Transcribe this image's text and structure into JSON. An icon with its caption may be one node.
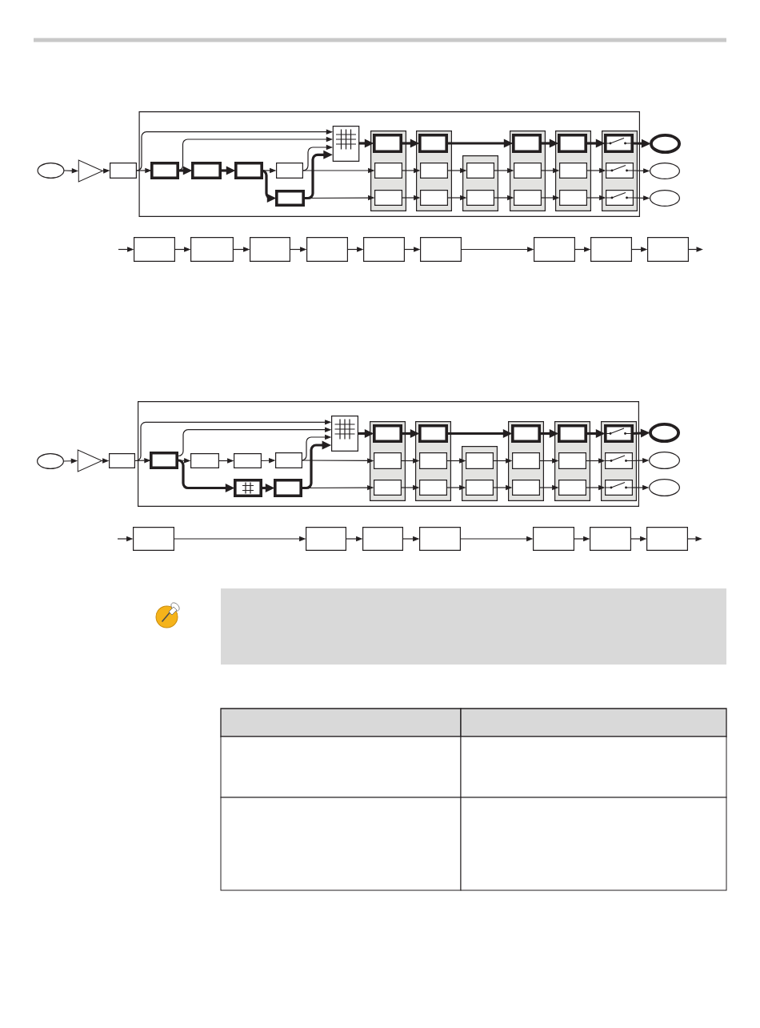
{
  "diagram": {
    "nodes": [
      {
        "text": [],
        "shape": "ellipse"
      },
      {
        "text": [],
        "shape": "triangle"
      },
      {
        "text": [],
        "shape": "box"
      },
      {
        "text": [],
        "shape": "box"
      },
      {
        "text": [],
        "shape": "box",
        "in": 3
      },
      {
        "text": [],
        "shape": "box",
        "in": 3
      },
      {
        "text": [],
        "shape": "box",
        "in": 3
      },
      {
        "text": [],
        "shape": "box",
        "in": 3
      },
      {
        "text": [],
        "shape": "box",
        "in": 3
      },
      {
        "text": [],
        "shape": "box",
        "in": 3
      },
      {
        "text": [],
        "shape": "box",
        "in": 3
      },
      {
        "text": [],
        "shape": "box",
        "in": 10
      },
      {
        "text": [],
        "shape": "box",
        "in": 10
      },
      {
        "text": [],
        "shape": "box",
        "in": 10
      },
      {
        "text": [],
        "shape": "box",
        "in": 3
      },
      {
        "text": [],
        "shape": "box",
        "in": 14
      },
      {
        "text": [],
        "shape": "box",
        "in": 14
      },
      {
        "text": [],
        "shape": "box",
        "in": 14
      },
      {
        "text": [],
        "shape": "box",
        "in": 3
      },
      {
        "text": [],
        "shape": "box",
        "in": 18
      },
      {
        "text": [],
        "shape": "box",
        "in": 18
      },
      {
        "text": [],
        "shape": "box",
        "in": 3
      },
      {
        "text": [],
        "shape": "box",
        "in": 21
      },
      {
        "text": [],
        "shape": "box",
        "in": 21
      },
      {
        "text": [],
        "shape": "box",
        "in": 21
      },
      {
        "text": [],
        "shape": "box",
        "in": 3
      },
      {
        "text": [],
        "shape": "box",
        "in": 25
      },
      {
        "text": [],
        "shape": "box",
        "in": 25
      },
      {
        "text": [],
        "shape": "box",
        "in": 25
      },
      {
        "text": [],
        "shape": "box",
        "in": 3
      },
      {
        "text": [],
        "shape": "box",
        "in": 29
      },
      {
        "text": [],
        "shape": "box",
        "in": 29
      },
      {
        "text": [],
        "shape": "box",
        "in": 29
      },
      {
        "text": [],
        "shape": "ellipse"
      },
      {
        "text": [],
        "shape": "ellipse"
      },
      {
        "text": [],
        "shape": "ellipse"
      },
      {
        "text": [],
        "shape": "box"
      },
      {
        "text": [],
        "shape": "box"
      },
      {
        "text": [],
        "shape": "box"
      },
      {
        "text": [],
        "shape": "box"
      },
      {
        "text": [],
        "shape": "box"
      },
      {
        "text": [],
        "shape": "box"
      },
      {
        "text": [],
        "shape": "box"
      },
      {
        "text": [],
        "shape": "box"
      },
      {
        "text": [],
        "shape": "box"
      },
      {
        "text": [],
        "shape": "ellipse"
      },
      {
        "text": [],
        "shape": "triangle"
      },
      {
        "text": [],
        "shape": "box"
      },
      {
        "text": [],
        "shape": "box"
      },
      {
        "text": [],
        "shape": "box",
        "in": 48
      },
      {
        "text": [],
        "shape": "box",
        "in": 48
      },
      {
        "text": [],
        "shape": "box",
        "in": 48
      },
      {
        "text": [],
        "shape": "box",
        "in": 48
      },
      {
        "text": [],
        "shape": "box",
        "in": 48
      },
      {
        "text": [],
        "shape": "box",
        "in": 48
      },
      {
        "text": [],
        "shape": "box",
        "in": 48
      },
      {
        "text": [],
        "shape": "box",
        "in": 48
      },
      {
        "text": [],
        "shape": "box",
        "in": 56
      },
      {
        "text": [],
        "shape": "box",
        "in": 56
      },
      {
        "text": [],
        "shape": "box",
        "in": 56
      },
      {
        "text": [],
        "shape": "box",
        "in": 48
      },
      {
        "text": [],
        "shape": "box",
        "in": 60
      },
      {
        "text": [],
        "shape": "box",
        "in": 60
      },
      {
        "text": [],
        "shape": "box",
        "in": 60
      },
      {
        "text": [],
        "shape": "box",
        "in": 48
      },
      {
        "text": [],
        "shape": "box",
        "in": 64
      },
      {
        "text": [],
        "shape": "box",
        "in": 64
      },
      {
        "text": [],
        "shape": "box",
        "in": 48
      },
      {
        "text": [],
        "shape": "box",
        "in": 67
      },
      {
        "text": [],
        "shape": "box",
        "in": 67
      },
      {
        "text": [],
        "shape": "box",
        "in": 67
      },
      {
        "text": [],
        "shape": "box",
        "in": 48
      },
      {
        "text": [],
        "shape": "box",
        "in": 71
      },
      {
        "text": [],
        "shape": "box",
        "in": 71
      },
      {
        "text": [],
        "shape": "box",
        "in": 71
      },
      {
        "text": [],
        "shape": "box",
        "in": 48
      },
      {
        "text": [],
        "shape": "box",
        "in": 75
      },
      {
        "text": [],
        "shape": "box",
        "in": 75
      },
      {
        "text": [],
        "shape": "box",
        "in": 75
      },
      {
        "text": [],
        "shape": "ellipse"
      },
      {
        "text": [],
        "shape": "ellipse"
      },
      {
        "text": [],
        "shape": "ellipse"
      },
      {
        "text": [],
        "shape": "box"
      },
      {
        "text": [],
        "shape": "box"
      },
      {
        "text": [],
        "shape": "box"
      },
      {
        "text": [],
        "shape": "box"
      },
      {
        "text": [],
        "shape": "box"
      },
      {
        "text": [],
        "shape": "box"
      },
      {
        "text": [],
        "shape": "box"
      }
    ],
    "edges": [
      {
        "from": 0,
        "to": 1,
        "arrow": "to"
      },
      {
        "from": 1,
        "to": 2,
        "arrow": "to"
      },
      {
        "from": 2,
        "to": 4,
        "arrow": "to"
      },
      {
        "from": 2,
        "to": 9,
        "arrow": "to"
      },
      {
        "from": 4,
        "to": 5,
        "arrow": "to",
        "style": "thick"
      },
      {
        "from": 4,
        "to": 9,
        "arrow": "to"
      },
      {
        "from": 5,
        "to": 6,
        "arrow": "to",
        "style": "thick"
      },
      {
        "from": 6,
        "to": 7,
        "arrow": "to"
      },
      {
        "from": 6,
        "to": 8,
        "arrow": "to",
        "style": "thick"
      },
      {
        "from": 7,
        "to": 9,
        "arrow": "to"
      },
      {
        "from": 7,
        "to": 12,
        "arrow": "to"
      },
      {
        "from": 8,
        "to": 9,
        "arrow": "to",
        "style": "thick"
      },
      {
        "from": 8,
        "to": 13,
        "arrow": "to"
      },
      {
        "from": 9,
        "to": 11,
        "arrow": "to",
        "style": "thick"
      },
      {
        "from": 11,
        "to": 15,
        "arrow": "to",
        "style": "thick"
      },
      {
        "from": 15,
        "to": 22,
        "arrow": "to",
        "style": "thick"
      },
      {
        "from": 22,
        "to": 26,
        "arrow": "to",
        "style": "thick"
      },
      {
        "from": 26,
        "to": 30,
        "arrow": "to",
        "style": "thick"
      },
      {
        "from": 30,
        "to": 33,
        "arrow": "to",
        "style": "thick"
      },
      {
        "from": 12,
        "to": 16,
        "arrow": "to"
      },
      {
        "from": 16,
        "to": 19,
        "arrow": "to"
      },
      {
        "from": 19,
        "to": 23,
        "arrow": "to"
      },
      {
        "from": 23,
        "to": 27,
        "arrow": "to"
      },
      {
        "from": 27,
        "to": 31,
        "arrow": "to"
      },
      {
        "from": 31,
        "to": 34,
        "arrow": "to"
      },
      {
        "from": 13,
        "to": 17,
        "arrow": "to"
      },
      {
        "from": 17,
        "to": 20,
        "arrow": "to"
      },
      {
        "from": 20,
        "to": 24,
        "arrow": "to"
      },
      {
        "from": 24,
        "to": 28,
        "arrow": "to"
      },
      {
        "from": 28,
        "to": 32,
        "arrow": "to"
      },
      {
        "from": 32,
        "to": 35,
        "arrow": "to"
      },
      {
        "from": null,
        "to": 36,
        "arrow": "to"
      },
      {
        "from": 36,
        "to": 37,
        "arrow": "to"
      },
      {
        "from": 37,
        "to": 38,
        "arrow": "to"
      },
      {
        "from": 38,
        "to": 39,
        "arrow": "to"
      },
      {
        "from": 39,
        "to": 40,
        "arrow": "to"
      },
      {
        "from": 40,
        "to": 41,
        "arrow": "to"
      },
      {
        "from": 41,
        "to": 42,
        "arrow": "to"
      },
      {
        "from": 42,
        "to": 43,
        "arrow": "to"
      },
      {
        "from": 43,
        "to": 44,
        "arrow": "to"
      },
      {
        "from": 44,
        "to": null,
        "arrow": "to"
      },
      {
        "from": 45,
        "to": 46,
        "arrow": "to"
      },
      {
        "from": 46,
        "to": 47,
        "arrow": "to"
      },
      {
        "from": 47,
        "to": 49,
        "arrow": "to"
      },
      {
        "from": 47,
        "to": 55,
        "arrow": "to"
      },
      {
        "from": 49,
        "to": 50,
        "arrow": "to"
      },
      {
        "from": 49,
        "to": 55,
        "arrow": "to"
      },
      {
        "from": 49,
        "to": 53,
        "arrow": "to",
        "style": "thick"
      },
      {
        "from": 50,
        "to": 51,
        "arrow": "to"
      },
      {
        "from": 51,
        "to": 52,
        "arrow": "to"
      },
      {
        "from": 53,
        "to": 54,
        "arrow": "to",
        "style": "thick"
      },
      {
        "from": 52,
        "to": 55,
        "arrow": "to"
      },
      {
        "from": 52,
        "to": 58,
        "arrow": "to"
      },
      {
        "from": 54,
        "to": 55,
        "arrow": "to",
        "style": "thick"
      },
      {
        "from": 54,
        "to": 59,
        "arrow": "to"
      },
      {
        "from": 55,
        "to": 57,
        "arrow": "to",
        "style": "thick"
      },
      {
        "from": 57,
        "to": 61,
        "arrow": "to",
        "style": "thick"
      },
      {
        "from": 61,
        "to": 68,
        "arrow": "to",
        "style": "thick"
      },
      {
        "from": 68,
        "to": 72,
        "arrow": "to",
        "style": "thick"
      },
      {
        "from": 72,
        "to": 76,
        "arrow": "to",
        "style": "thick"
      },
      {
        "from": 76,
        "to": 79,
        "arrow": "to",
        "style": "thick"
      },
      {
        "from": 58,
        "to": 62,
        "arrow": "to"
      },
      {
        "from": 62,
        "to": 65,
        "arrow": "to"
      },
      {
        "from": 65,
        "to": 69,
        "arrow": "to"
      },
      {
        "from": 69,
        "to": 73,
        "arrow": "to"
      },
      {
        "from": 73,
        "to": 77,
        "arrow": "to"
      },
      {
        "from": 77,
        "to": 80,
        "arrow": "to"
      },
      {
        "from": 59,
        "to": 63,
        "arrow": "to"
      },
      {
        "from": 63,
        "to": 66,
        "arrow": "to"
      },
      {
        "from": 66,
        "to": 70,
        "arrow": "to"
      },
      {
        "from": 70,
        "to": 74,
        "arrow": "to"
      },
      {
        "from": 74,
        "to": 78,
        "arrow": "to"
      },
      {
        "from": 78,
        "to": 81,
        "arrow": "to"
      },
      {
        "from": null,
        "to": 82,
        "arrow": "to"
      },
      {
        "from": 82,
        "to": 83,
        "arrow": "to"
      },
      {
        "from": 83,
        "to": 84,
        "arrow": "to"
      },
      {
        "from": 84,
        "to": 85,
        "arrow": "to"
      },
      {
        "from": 85,
        "to": 86,
        "arrow": "to"
      },
      {
        "from": 86,
        "to": 87,
        "arrow": "to"
      },
      {
        "from": 87,
        "to": 88,
        "arrow": "to"
      },
      {
        "from": 88,
        "to": null,
        "arrow": "to"
      }
    ]
  }
}
